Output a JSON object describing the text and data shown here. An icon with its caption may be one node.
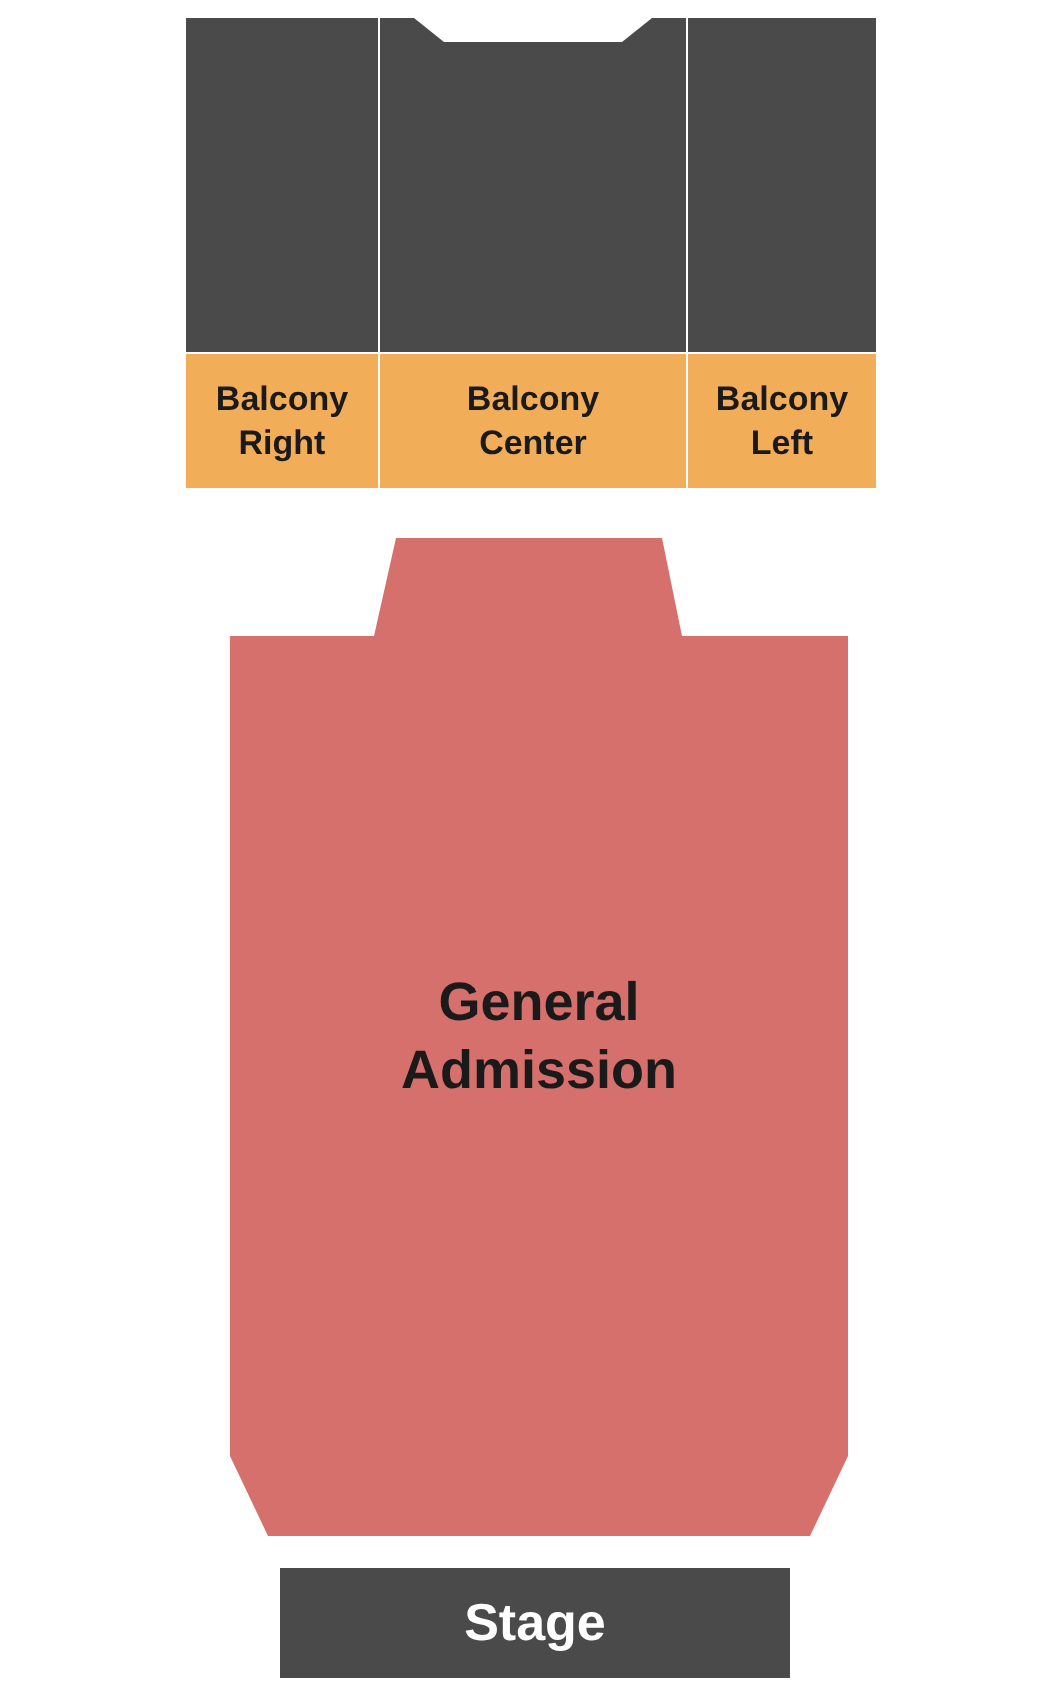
{
  "diagram": {
    "nodes": [
      {
        "text": [],
        "shape": "box"
      },
      {
        "text": [],
        "shape": "box"
      },
      {
        "text": [],
        "shape": "box"
      },
      {
        "text": [
          "Balcony Right"
        ]
      },
      {
        "text": [
          "Balcony Center"
        ]
      },
      {
        "text": [
          "Balcony Left"
        ]
      },
      {
        "text": [
          "General Admission"
        ]
      },
      {
        "text": [
          "Stage"
        ]
      }
    ],
    "edges": []
  }
}
